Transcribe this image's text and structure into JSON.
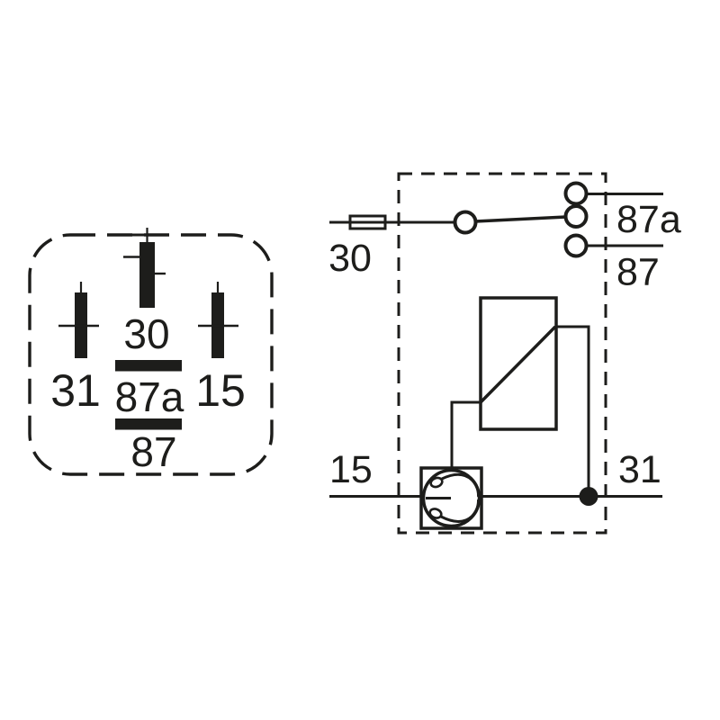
{
  "colors": {
    "ink": "#1d1d1b",
    "background": "#ffffff"
  },
  "pin_diagram": {
    "labels": {
      "pin30": "30",
      "pin31": "31",
      "pin15": "15",
      "pin87a": "87a",
      "pin87": "87"
    }
  },
  "schematic": {
    "labels": {
      "terminal30": "30",
      "terminal87a": "87a",
      "terminal87": "87",
      "terminal15": "15",
      "terminal31": "31"
    }
  }
}
